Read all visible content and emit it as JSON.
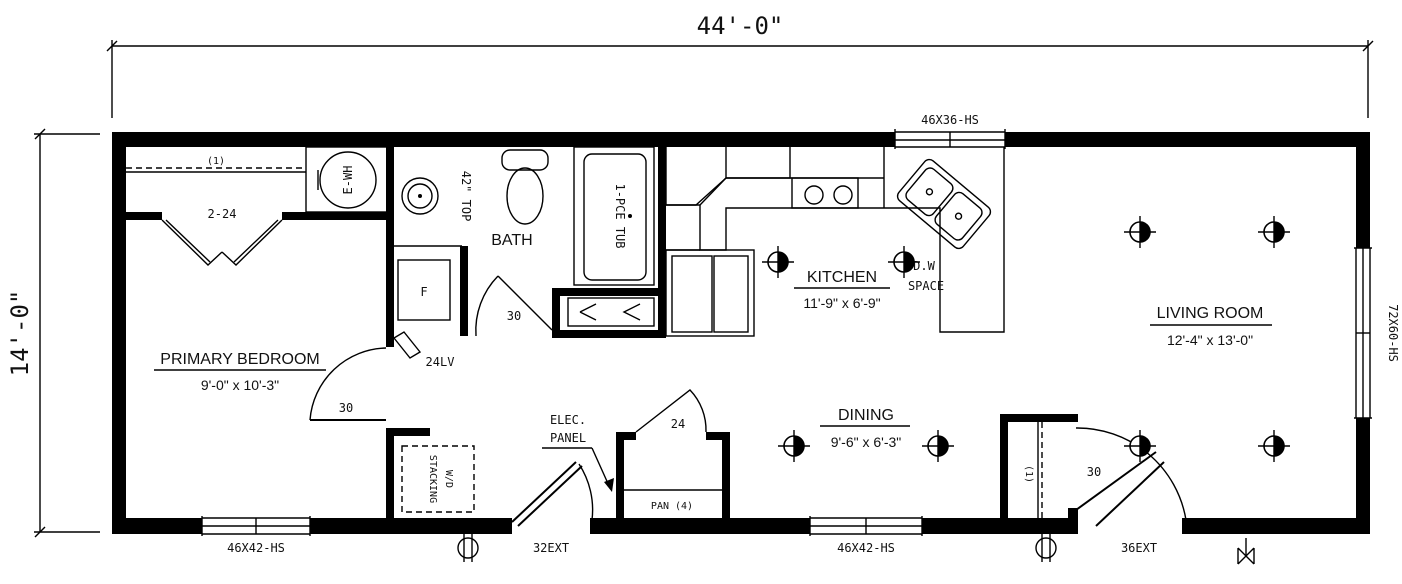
{
  "overall": {
    "width_dim": "44'-0\"",
    "depth_dim": "14'-0\""
  },
  "rooms": {
    "primary_bedroom": {
      "name": "PRIMARY BEDROOM",
      "size": "9'-0\" x 10'-3\""
    },
    "bath": {
      "name": "BATH"
    },
    "kitchen": {
      "name": "KITCHEN",
      "size": "11'-9\" x 6'-9\""
    },
    "dining": {
      "name": "DINING",
      "size": "9'-6\" x 6'-3\""
    },
    "living_room": {
      "name": "LIVING ROOM",
      "size": "12'-4\" x 13'-0\""
    }
  },
  "windows": {
    "top_kitchen": "46X36-HS",
    "right_living": "72X60-HS",
    "bottom_bedroom": "46X42-HS",
    "bottom_dining": "46X42-HS"
  },
  "doors": {
    "entry_left": "32EXT",
    "entry_right": "36EXT",
    "closet_bedroom": "2-24",
    "bedroom": "30",
    "bath": "30",
    "pantry": "24",
    "living_closet": "30"
  },
  "fixtures": {
    "water_heater": "E-WH",
    "vanity_top": "42\" TOP",
    "tub": "1-PCE TUB",
    "furnace": "F",
    "linen_vent": "24LV",
    "dishwasher_line1": "D.W",
    "dishwasher_line2": "SPACE",
    "electrical_panel_line1": "ELEC.",
    "electrical_panel_line2": "PANEL",
    "washer_dryer_line1": "STACKING",
    "washer_dryer_line2": "W/D",
    "pantry_shelves": "PAN (4)",
    "closet_shelf_bedroom": "(1)",
    "closet_shelf_living": "(1)"
  }
}
